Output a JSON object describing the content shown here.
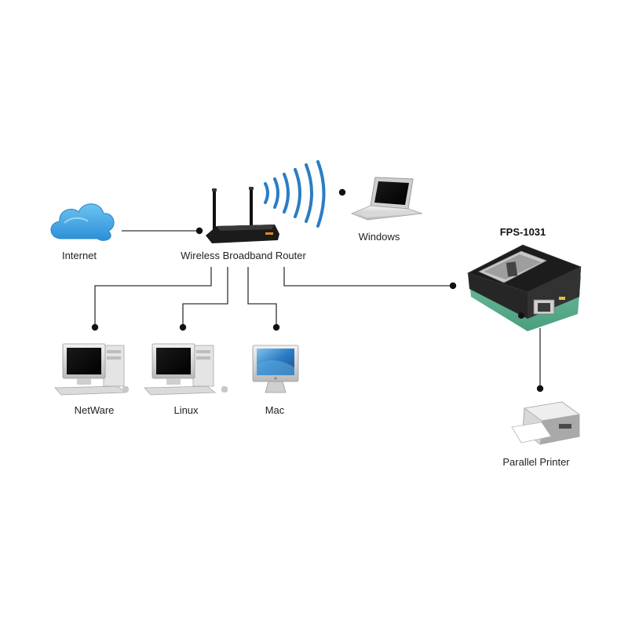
{
  "colors": {
    "wifi_waves": "#2a7dc4",
    "cloud": "#3a9ee0",
    "connector_line": "#333333",
    "connector_dot": "#111111",
    "server_body": "#2a2a2a",
    "server_accent": "#5fb596"
  },
  "nodes": {
    "internet": {
      "label": "Internet",
      "icon": "cloud-icon"
    },
    "router": {
      "label": "Wireless Broadband Router",
      "icon": "router-icon"
    },
    "windows": {
      "label": "Windows",
      "icon": "laptop-icon"
    },
    "print_server": {
      "label": "FPS-1031",
      "icon": "print-server-icon"
    },
    "netware": {
      "label": "NetWare",
      "icon": "desktop-computer-icon"
    },
    "linux": {
      "label": "Linux",
      "icon": "desktop-computer-icon"
    },
    "mac": {
      "label": "Mac",
      "icon": "imac-icon"
    },
    "printer": {
      "label": "Parallel Printer",
      "icon": "printer-icon"
    }
  }
}
